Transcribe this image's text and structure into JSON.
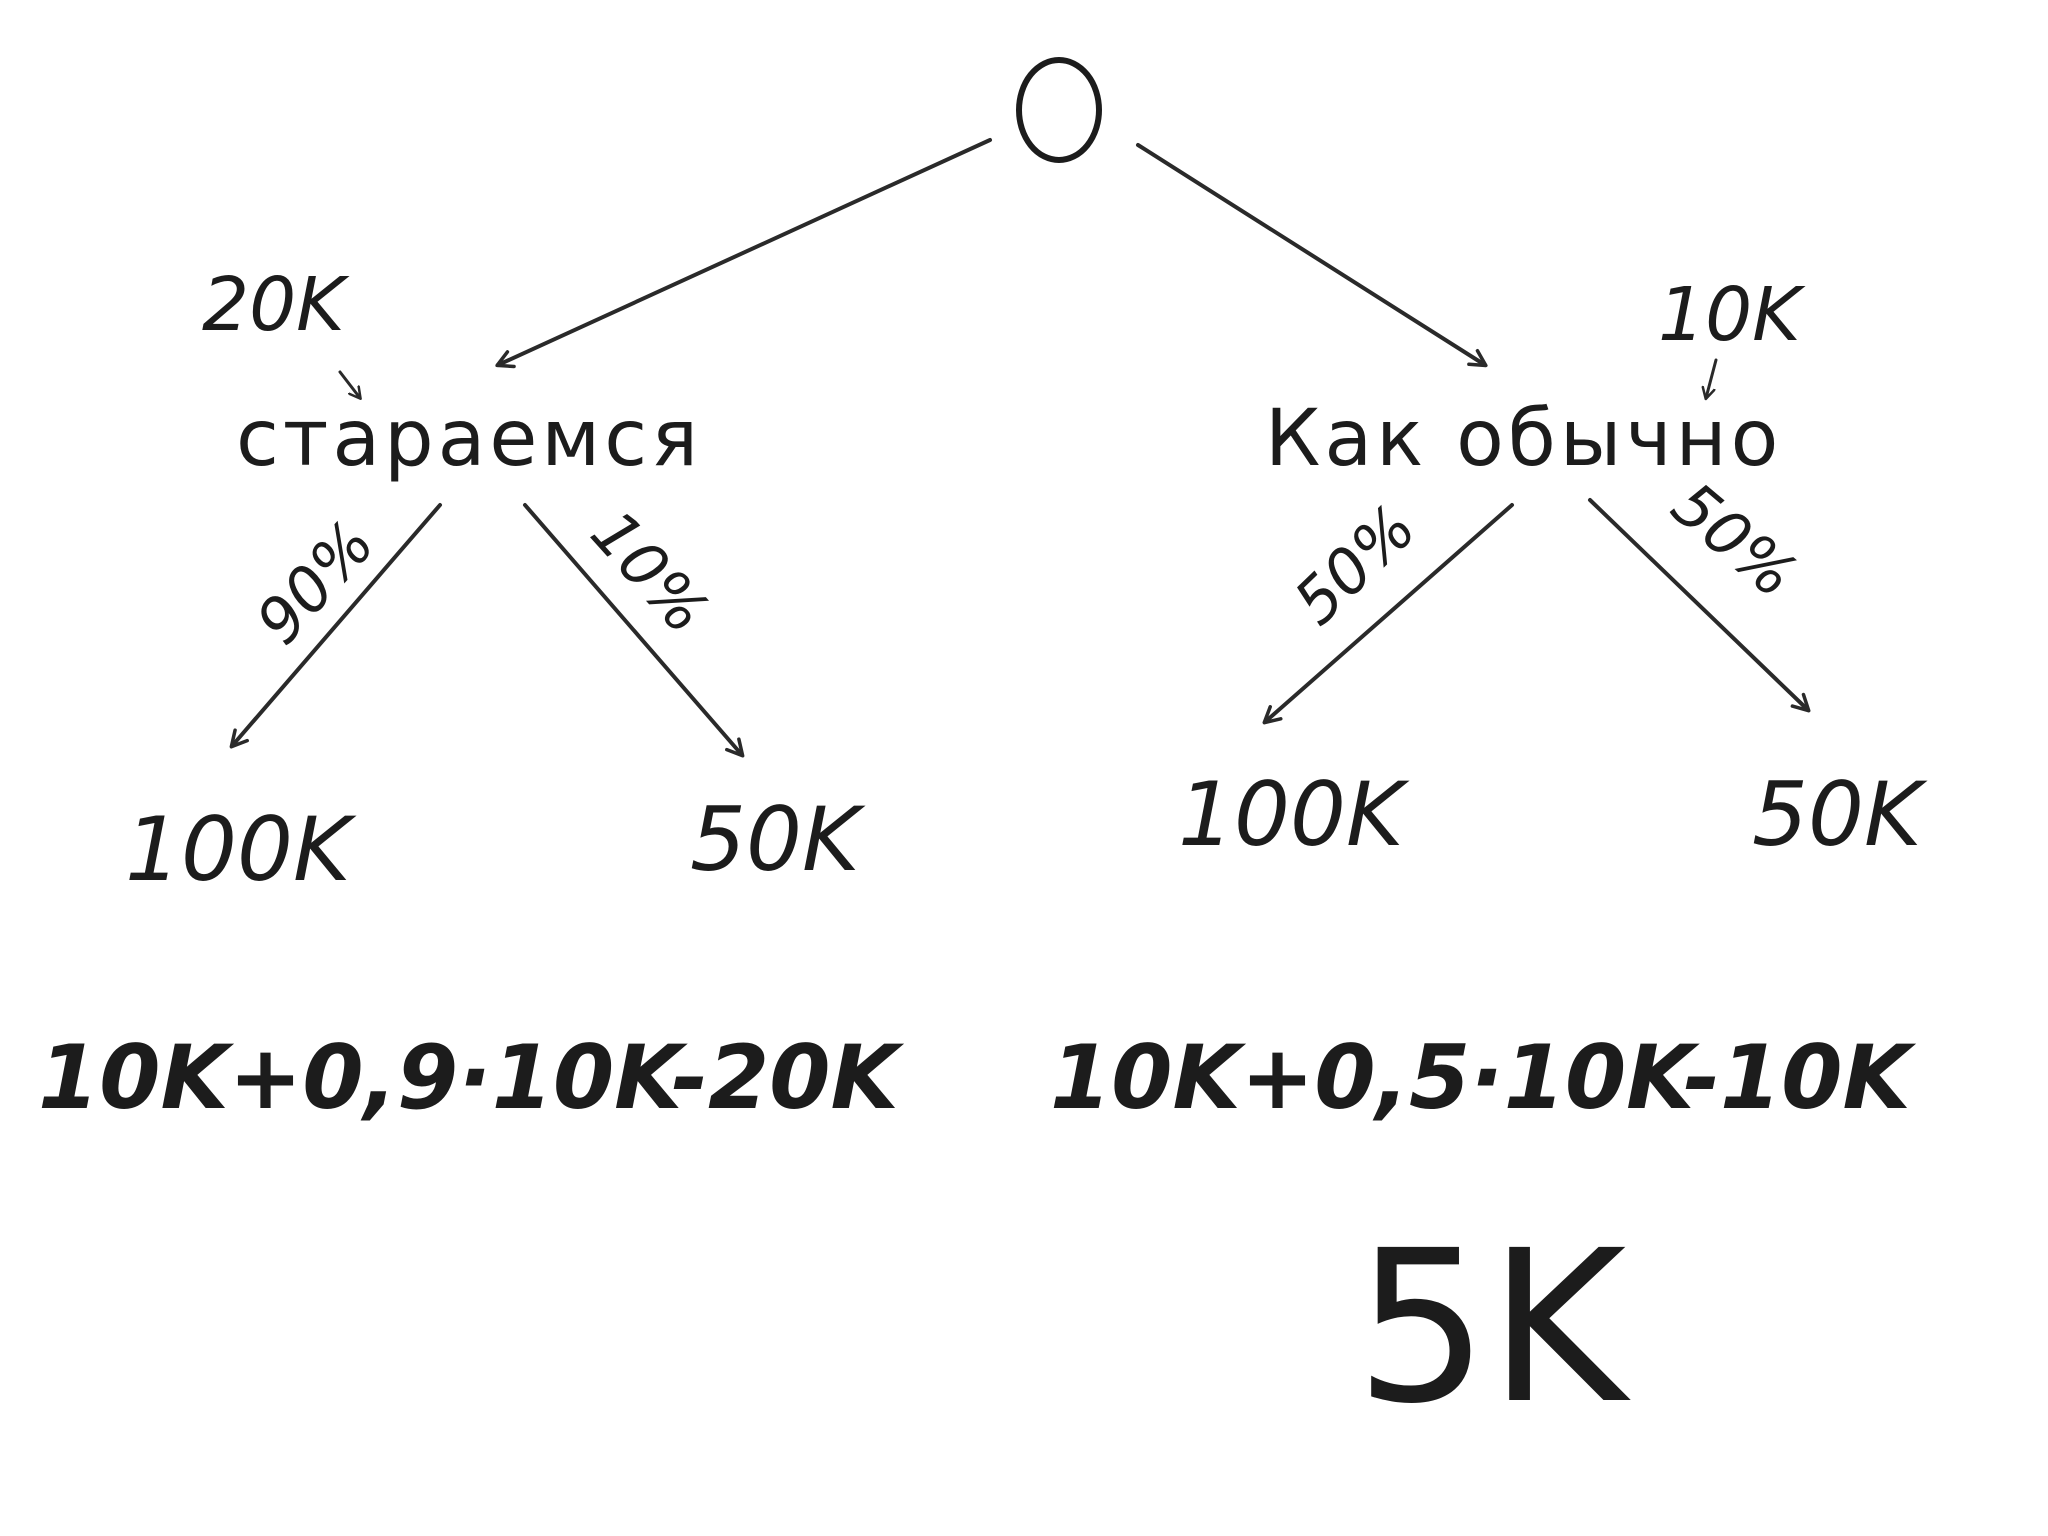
{
  "root": {
    "label": "0"
  },
  "left": {
    "label": "стараемся",
    "cost": "20K",
    "outcome_high": {
      "probability": "90%",
      "value": "100K"
    },
    "outcome_low": {
      "probability": "10%",
      "value": "50K"
    },
    "formula": "10K+0,9·10K-20K"
  },
  "right": {
    "label": "Как обычно",
    "cost": "10K",
    "outcome_high": {
      "probability": "50%",
      "value": "100K"
    },
    "outcome_low": {
      "probability": "50%",
      "value": "50K"
    },
    "formula": "10K+0,5·10K-10K",
    "result": "5K"
  },
  "colors": {
    "ink": "#1c1c1c",
    "background": "#ffffff"
  }
}
